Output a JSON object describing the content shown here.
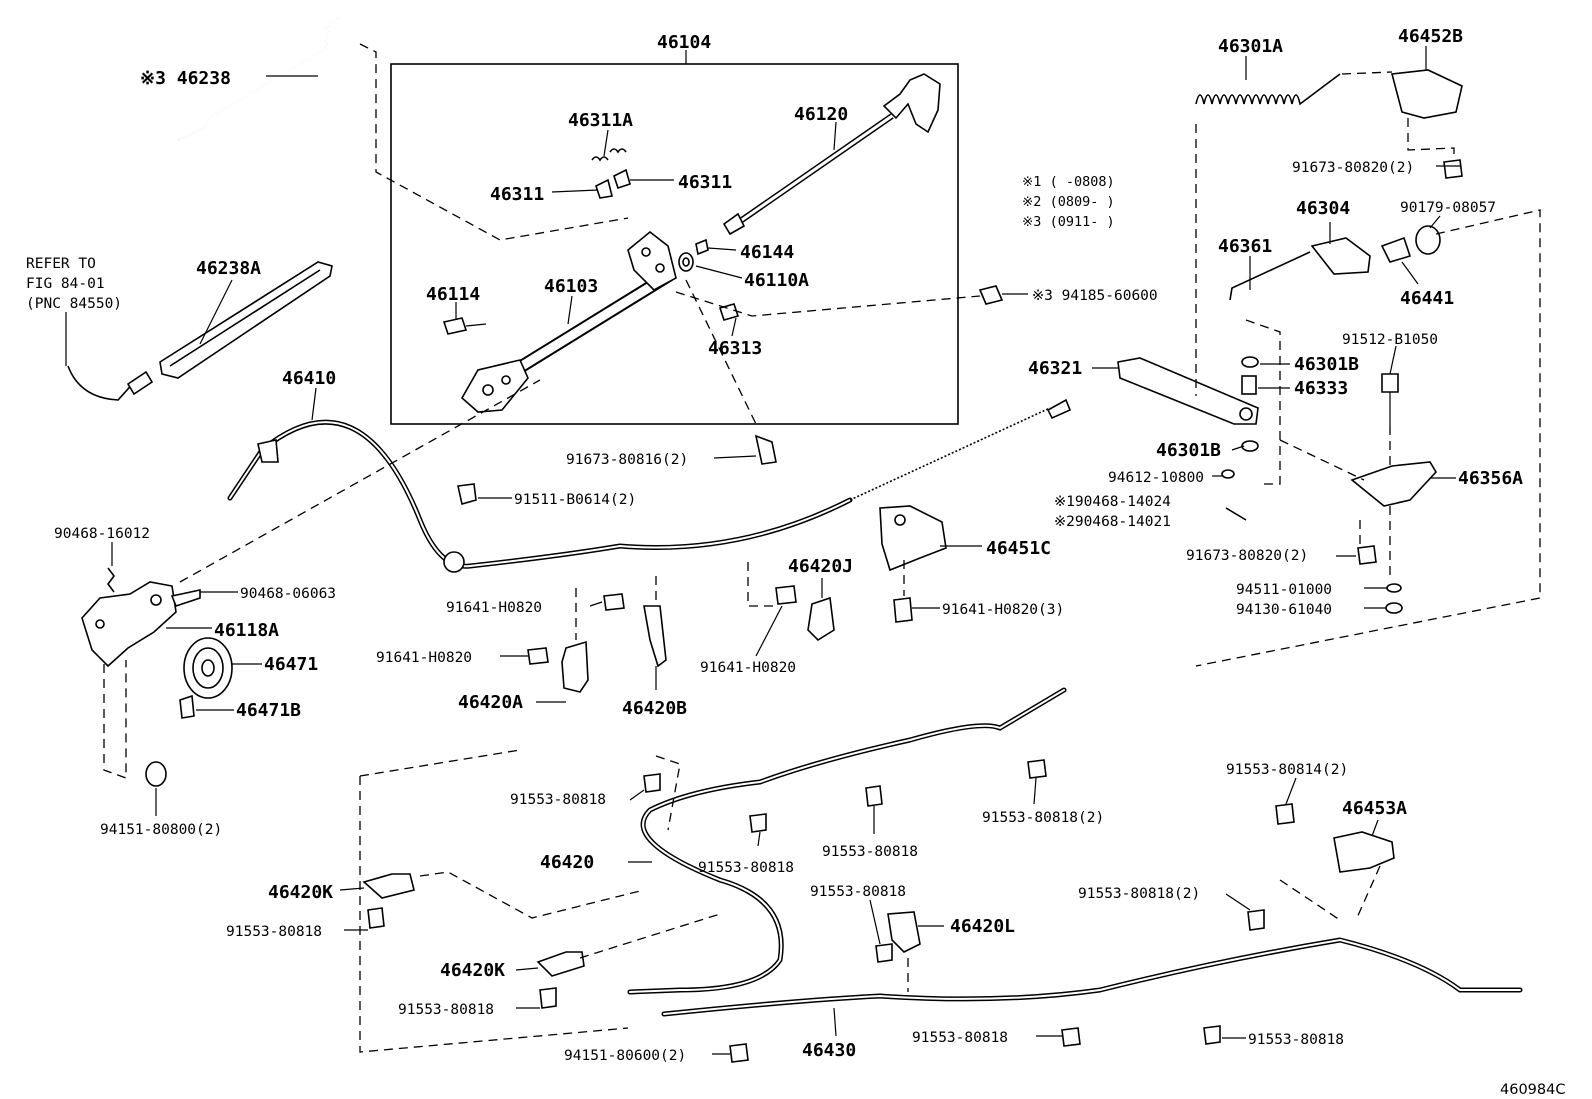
{
  "diagram_id": "460984C",
  "kit_box_title": "46104",
  "refer_to": [
    "REFER TO",
    "FIG 84-01",
    "(PNC 84550)"
  ],
  "notes": [
    "※1 (     -0808)",
    "※2 (0809-     )",
    "※3 (0911-     )"
  ],
  "labels": {
    "p46238": "※3 46238",
    "p46238A": "46238A",
    "p46311A": "46311A",
    "p46311_left": "46311",
    "p46311_right": "46311",
    "p46120": "46120",
    "p46144": "46144",
    "p46110A": "46110A",
    "p46114": "46114",
    "p46103": "46103",
    "p46313": "46313",
    "p94185": "※3 94185-60600",
    "p46410": "46410",
    "p91673_80816": "91673-80816(2)",
    "p91511": "91511-B0614(2)",
    "p90468_16012": "90468-16012",
    "p90468_06063": "90468-06063",
    "p46118A": "46118A",
    "p46471": "46471",
    "p46471B": "46471B",
    "p94151_80800": "94151-80800(2)",
    "p91641_a": "91641-H0820",
    "p91641_b": "91641-H0820",
    "p91641_c": "91641-H0820",
    "p91641_d": "91641-H0820(3)",
    "p46420J": "46420J",
    "p46420A": "46420A",
    "p46420B": "46420B",
    "p46451C": "46451C",
    "p46301A": "46301A",
    "p46452B": "46452B",
    "p91673_80820_top": "91673-80820(2)",
    "p46304": "46304",
    "p90179": "90179-08057",
    "p46441": "46441",
    "p46361": "46361",
    "p91512": "91512-B1050",
    "p46321": "46321",
    "p46301B_top": "46301B",
    "p46333": "46333",
    "p46301B_bot": "46301B",
    "p94612": "94612-10800",
    "p90468_14024": "※190468-14024",
    "p90468_14021": "※290468-14021",
    "p46356A": "46356A",
    "p91673_80820_bot": "91673-80820(2)",
    "p94511": "94511-01000",
    "p94130": "94130-61040",
    "p91553_80818_a": "91553-80818",
    "p91553_80818_2a": "91553-80818(2)",
    "p46420": "46420",
    "p91553_80818_b": "91553-80818",
    "p91553_80818_c": "91553-80818",
    "p91553_80814": "91553-80814(2)",
    "p46453A": "46453A",
    "p46420K_top": "46420K",
    "p91553_80818_d": "91553-80818",
    "p91553_80818_e": "91553-80818",
    "p46420L": "46420L",
    "p91553_80818_2b": "91553-80818(2)",
    "p46420K_bot": "46420K",
    "p91553_80818_f": "91553-80818",
    "p91553_80818_g": "91553-80818",
    "p91553_80818_h": "91553-80818",
    "p94151_80600": "94151-80600(2)",
    "p46430": "46430"
  }
}
